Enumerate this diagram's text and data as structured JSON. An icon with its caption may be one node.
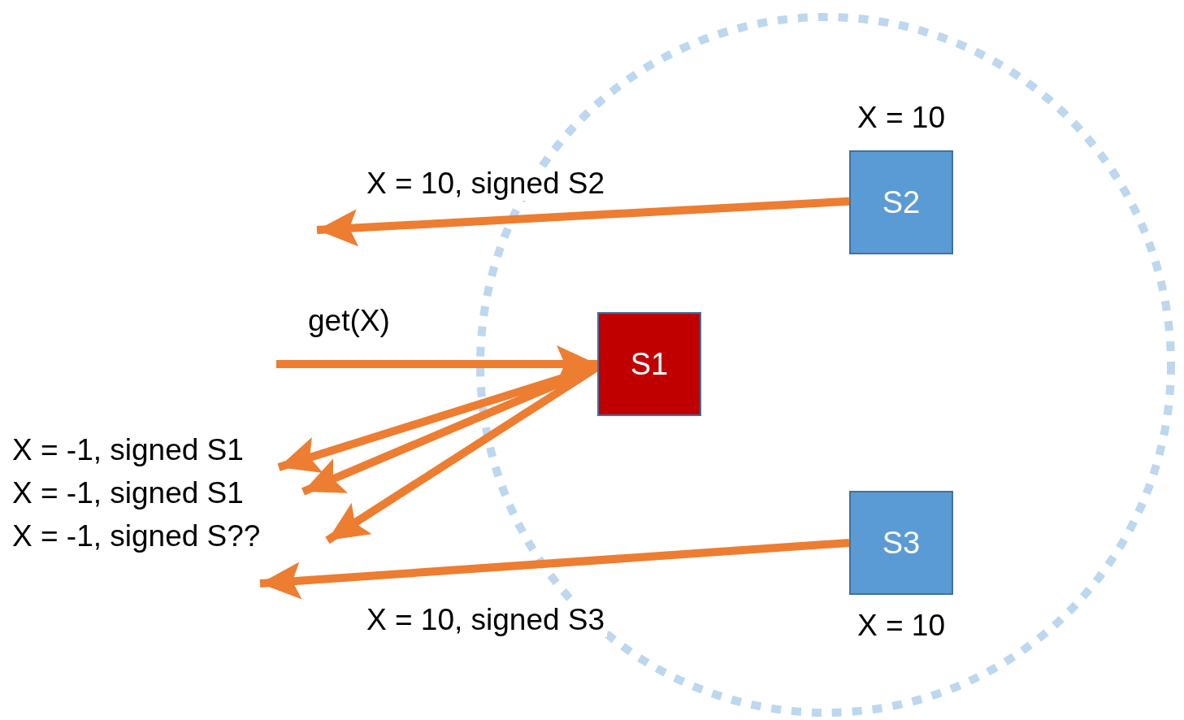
{
  "diagram": {
    "nodes": [
      {
        "text": [],
        "shape": "circle"
      },
      {
        "text": [
          "S2"
        ],
        "in": 0,
        "beside": [
          "X = 10"
        ]
      },
      {
        "text": [
          "S1"
        ],
        "in": 0
      },
      {
        "text": [
          "S3"
        ],
        "in": 0,
        "beside": [
          "X = 10"
        ]
      }
    ],
    "edges": [
      {
        "from": 1,
        "to": null,
        "arrow": "to",
        "label": "X = 10, signed S2"
      },
      {
        "from": null,
        "to": 2,
        "arrow": "to",
        "label": "get(X)"
      },
      {
        "from": 2,
        "to": null,
        "arrow": "to",
        "label": "X = -1, signed S1"
      },
      {
        "from": 2,
        "to": null,
        "arrow": "to",
        "label": "X = -1, signed S1"
      },
      {
        "from": 2,
        "to": null,
        "arrow": "to",
        "label": "X = -1, signed S??"
      },
      {
        "from": 3,
        "to": null,
        "arrow": "to",
        "label": "X = 10, signed S3"
      }
    ]
  }
}
